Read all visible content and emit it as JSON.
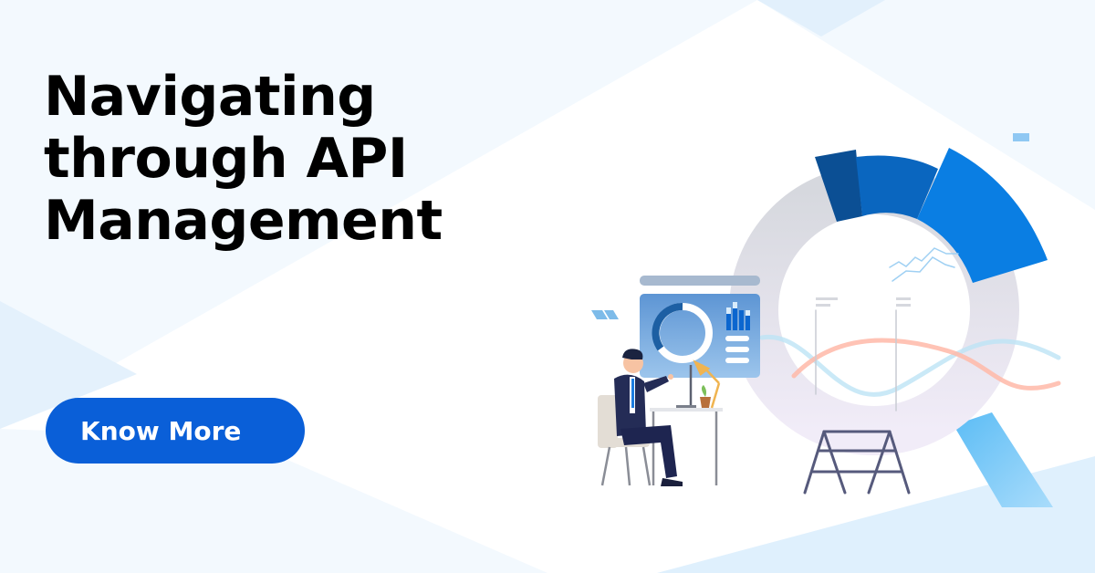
{
  "banner": {
    "headline_lines": [
      "Navigating",
      "through API",
      "Management"
    ],
    "cta_label": "Know More"
  },
  "colors": {
    "cta_background": "#0a5fd8",
    "cta_text": "#ffffff",
    "headline_text": "#000000",
    "background": "#ffffff",
    "background_tint": "#eef6fd",
    "donut_dark": "#0b4f94",
    "donut_mid": "#0a66bf",
    "donut_bright": "#0a7ee3",
    "donut_track": "#dfe1e6",
    "magnifier_handle": "#6cc4f7"
  },
  "illustration": {
    "description": "Businessman seated at desk pointing at a dashboard screen beside a large donut chart / magnifier graphic",
    "icons": [
      "person-at-desk-icon",
      "dashboard-screen-icon",
      "donut-chart-icon",
      "bar-chart-icon",
      "line-chart-icon",
      "magnifier-icon",
      "easel-stand-icon",
      "desk-lamp-icon",
      "potted-plant-icon"
    ]
  }
}
